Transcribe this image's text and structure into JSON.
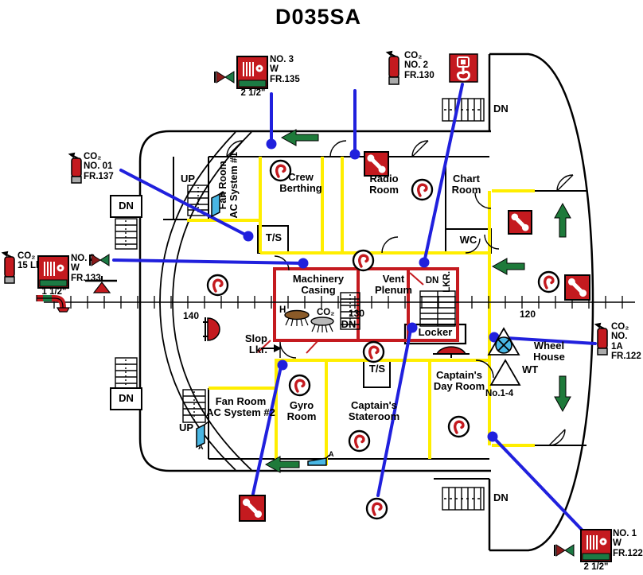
{
  "title": "D035SA",
  "colors": {
    "wall_yellow": "#ffee00",
    "safety_red": "#c41a1f",
    "escape_green": "#1e7a3a",
    "leader_blue": "#2020dd",
    "damper_blue": "#49b6e3",
    "detector_brown": "#8a5a28",
    "nozzle_gray": "#b9b9b9",
    "hose_stripe_green": "#1c7a44"
  },
  "rooms": {
    "fan1": "Fan Room\nAC System #1",
    "crew": "Crew\nBerthing",
    "radio": "Radio\nRoom",
    "chart": "Chart\nRoom",
    "wc": "WC",
    "machinery": "Machinery\nCasing",
    "vent": "Vent\nPlenum",
    "lkr": "LKR.",
    "locker": "Locker",
    "slop": "Slop\nLkr.",
    "day": "Captain's\nDay Room",
    "stateroom": "Captain's\nStateroom",
    "gyro": "Gyro\nRoom",
    "fan2": "Fan Room\nAC System #2",
    "wheel": "Wheel\nHouse"
  },
  "labels": {
    "up": "UP",
    "dn": "DN",
    "ts": "T/S",
    "wt": "WT",
    "wt_range": "No.1-4",
    "h": "H",
    "co2": "CO₂",
    "a": "A"
  },
  "frames": {
    "f140": "140",
    "f130": "130",
    "f120": "120"
  },
  "callouts": {
    "hose_no3": {
      "text": "NO. 3\nW\nFR.135",
      "size": "2 1/2\""
    },
    "hose_no2": {
      "text": "NO. 2\nW\nFR.133",
      "size": "1 1/2\""
    },
    "hose_no1": {
      "text": "NO. 1\nW\nFR.122",
      "size": "2 1/2\""
    },
    "co2_no2": {
      "text": "CO₂\nNO. 2\nFR.130"
    },
    "co2_no01": {
      "text": "CO₂\nNO. 01\nFR.137"
    },
    "co2_15": {
      "text": "CO₂\n15 Lbs."
    },
    "co2_no1a": {
      "text": "CO₂\nNO. 1A\nFR.122"
    }
  },
  "icons": {
    "fire_hose_reel": "fire-hose-reel-station",
    "co2_extinguisher": "co2-extinguisher",
    "fire_alarm_call_point": "fire-alarm-activation-point",
    "fire_telephone": "fire-telephone-station",
    "hose_valve_circle": "fire-hose-valve",
    "escape_arrow": "escape-route-arrow",
    "stop_valve": "hose-isolation-valve",
    "vent_damper": "ventilation-damper",
    "alarm_bell": "alarm-bell",
    "heat_detector": "heat-detector",
    "co2_nozzle": "co2-discharge-nozzle",
    "shore_connection": "international-shore-connection",
    "fire_damper": "fire-damper",
    "escape_hatch": "escape-hatch-triangle",
    "watertight_hatch": "watertight-hatch-triangle"
  }
}
